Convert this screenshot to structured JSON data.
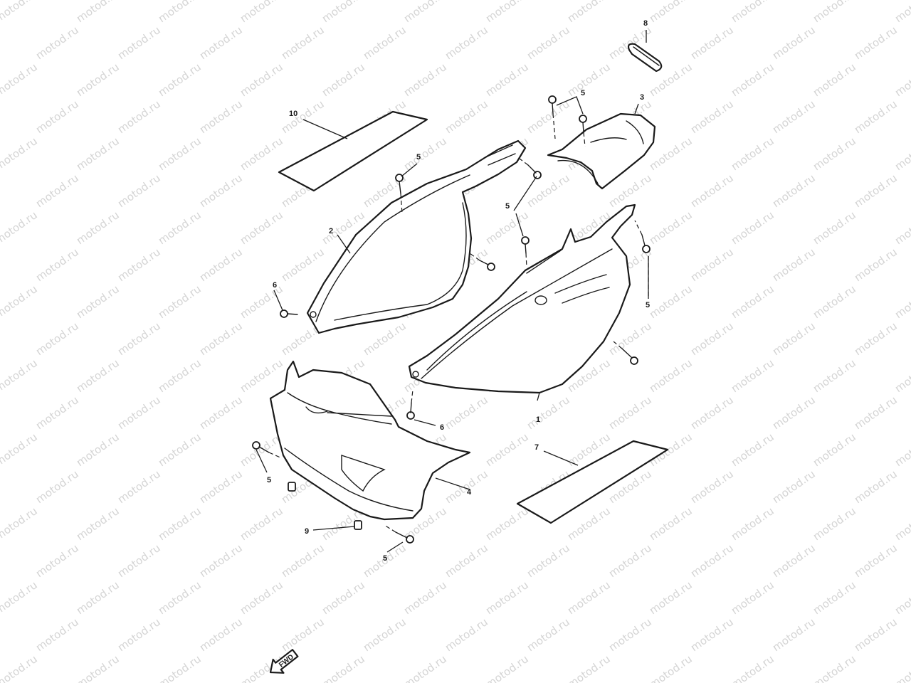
{
  "watermark": "motod.ru",
  "callouts": {
    "c1": "1",
    "c2": "2",
    "c3": "3",
    "c4": "4",
    "c5a": "5",
    "c5b": "5",
    "c5c": "5",
    "c5d": "5",
    "c5e": "5",
    "c5f": "5",
    "c6a": "6",
    "c6b": "6",
    "c7": "7",
    "c8": "8",
    "c9": "9",
    "c10": "10"
  },
  "direction_marker": "FWD",
  "colors": {
    "line": "#1a1a1a",
    "watermark": "#d4d4d4",
    "paper": "#ffffff"
  }
}
